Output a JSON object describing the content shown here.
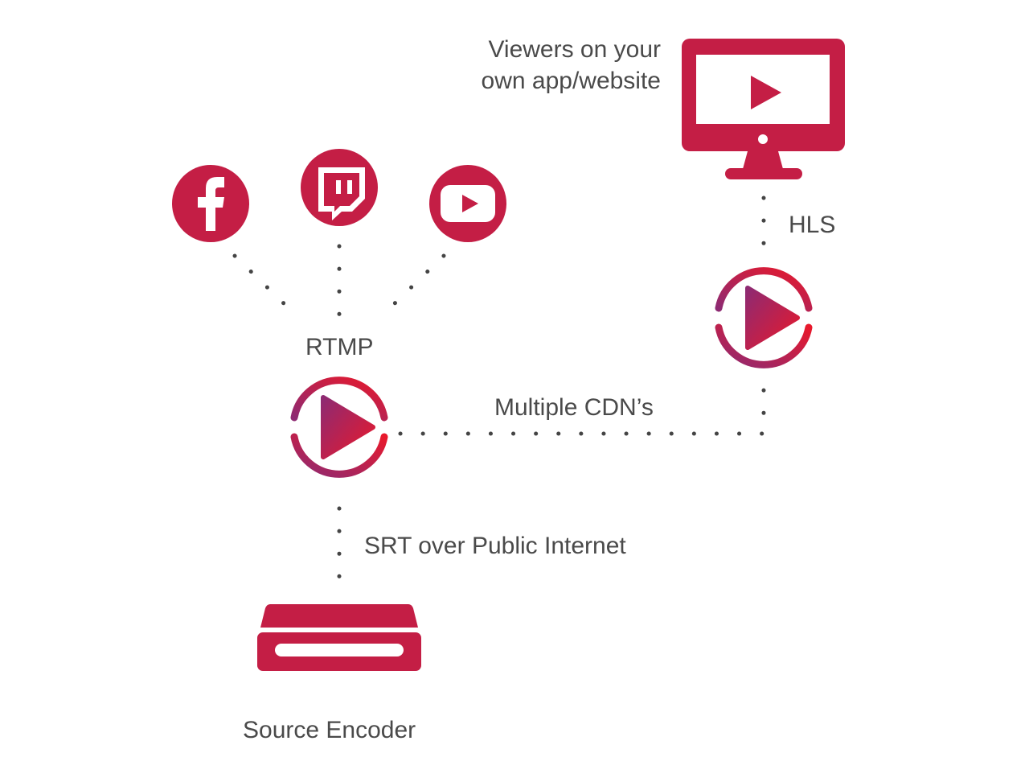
{
  "colors": {
    "brand": "#c41e45",
    "gradient_start": "#e8192c",
    "gradient_end": "#8e2a72",
    "connector": "#444444",
    "text": "#4a4a4a",
    "background": "#ffffff"
  },
  "labels": {
    "viewers_line1": "Viewers on your",
    "viewers_line2": "own app/website",
    "hls": "HLS",
    "rtmp": "RTMP",
    "multiple_cdns": "Multiple CDN’s",
    "srt": "SRT over Public Internet",
    "source_encoder": "Source Encoder"
  },
  "icons": {
    "viewer": "monitor-play-icon",
    "facebook": "facebook-icon",
    "twitch": "twitch-icon",
    "youtube": "youtube-icon",
    "cdn_node": "streaming-node-icon",
    "relay_node": "streaming-node-icon",
    "encoder": "encoder-box-icon"
  }
}
